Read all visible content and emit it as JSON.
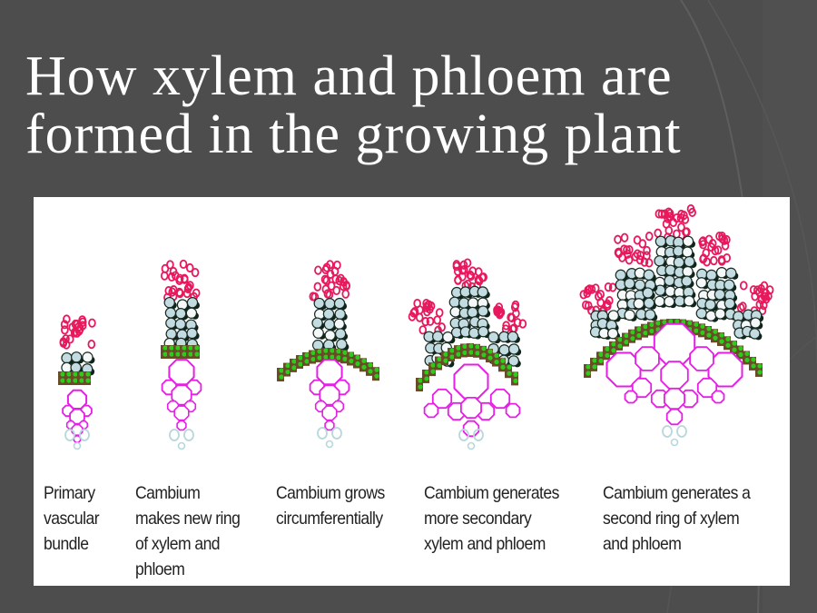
{
  "slide": {
    "title_lines": [
      "How xylem and phloem are",
      "formed in the growing plant"
    ],
    "background_color": "#4d4d4d",
    "title_color": "#ffffff"
  },
  "figure": {
    "panel_color": "#ffffff",
    "colors": {
      "phloem_pink": "#e8185c",
      "xylem_magenta": "#e61ee6",
      "vessel_light_blue": "#c2dce2",
      "fiber_dark": "#0d2418",
      "cambium_green": "#2ecc1a",
      "cambium_brown": "#6b4a2a",
      "protoxylem_light": "#b8d8dc"
    },
    "stages": [
      {
        "id": "primary",
        "caption_lines": [
          "Primary",
          "vascular",
          "bundle"
        ]
      },
      {
        "id": "new-ring",
        "caption_lines": [
          "Cambium",
          "makes new ring",
          "of xylem and",
          "phloem"
        ]
      },
      {
        "id": "circumferential",
        "caption_lines": [
          "Cambium grows",
          "circumferentially"
        ]
      },
      {
        "id": "more-secondary",
        "caption_lines": [
          "Cambium generates",
          "more secondary",
          "xylem and phloem"
        ]
      },
      {
        "id": "second-ring",
        "caption_lines": [
          "Cambium generates a",
          "second ring of xylem",
          "and phloem"
        ]
      }
    ]
  }
}
